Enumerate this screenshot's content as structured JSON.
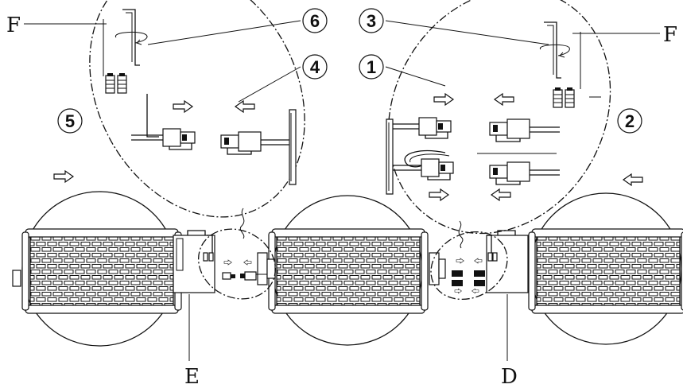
{
  "labels": {
    "f_left": "F",
    "f_right": "F",
    "e": "E",
    "d": "D"
  },
  "steps": [
    "1",
    "2",
    "3",
    "4",
    "5",
    "6"
  ]
}
